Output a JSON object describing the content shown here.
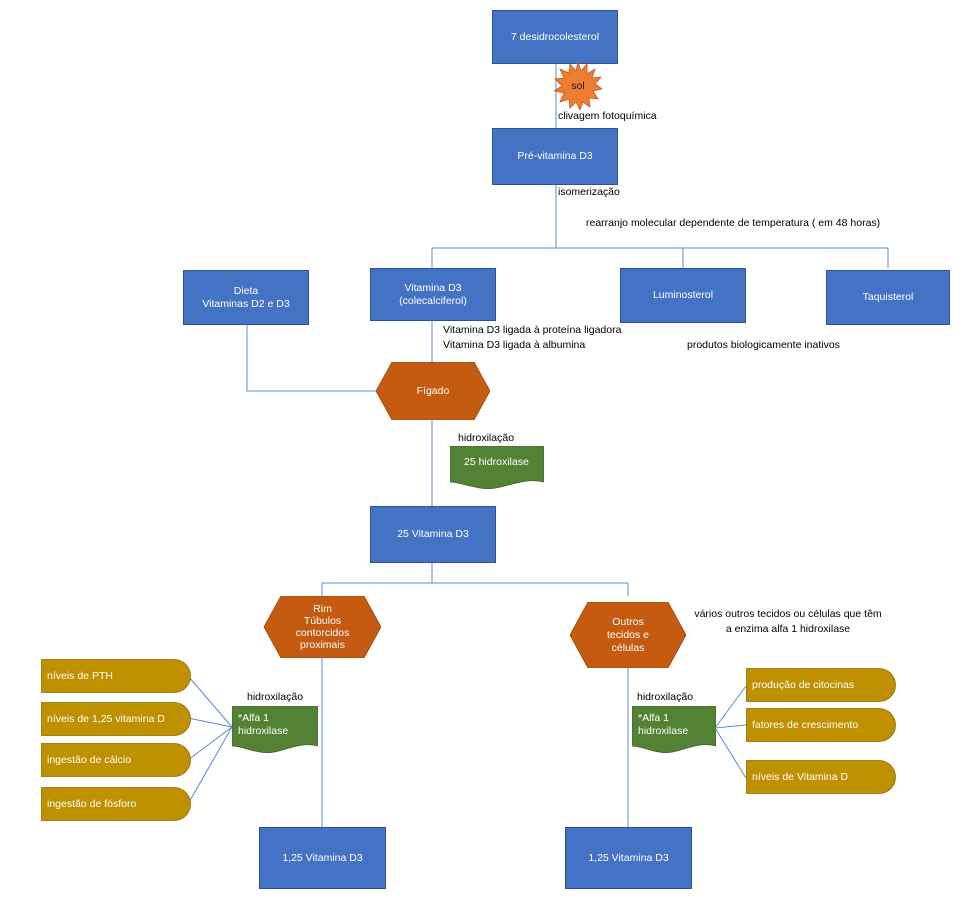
{
  "nodes": {
    "dehydro": "7  desidrocolesterol",
    "sol": "sol",
    "pre_d3": "Pré-vitamina D3",
    "dieta": "Dieta\nVitaminas D2 e D3",
    "vit_d3": "Vitamina D3\n(colecalciferol)",
    "lumisterol": "Luminosterol",
    "taquisterol": "Taquisterol",
    "figado": "Fígado",
    "hidroxilase25": "25 hidroxilase",
    "vit25": "25 Vitamina D3",
    "rim": "Rim\nTúbulos\ncontorcidos\nproximais",
    "outros": "Outros\ntecidos e\ncélulas",
    "alfa_left": "*Alfa 1\nhidroxilase",
    "alfa_right": "*Alfa 1\nhidroxilase",
    "vit125_left": "1,25 Vitamina D3",
    "vit125_right": "1,25 Vitamina D3"
  },
  "left_factors": [
    "níveis de PTH",
    "níveis de 1,25 vitamina D",
    "ingestão de cálcio",
    "ingestão de fósforo"
  ],
  "right_factors": [
    "produção de citocinas",
    "fatores de crescimento",
    "níveis de Vitamina D"
  ],
  "labels": {
    "clivagem": "clivagem fotoquímica",
    "isomerizacao": "isomerização",
    "rearranjo": "rearranjo molecular dependente de temperatura ( em 48 horas)",
    "ligada_proteina": "Vitamina D3 ligada à proteína ligadora",
    "ligada_albumina": "Vitamina D3 ligada à albumina",
    "inativos": "produtos biologicamente inativos",
    "hidroxilacao_top": "hidroxilação",
    "hidroxilacao_left": "hidroxilação",
    "hidroxilacao_right": "hidroxilação",
    "varios": "vários outros tecidos ou células que têm\na enzima alfa 1 hidroxilase"
  },
  "colors": {
    "blue": "#4472c4",
    "orange_hex": "#c55a11",
    "green": "#548235",
    "gold": "#bf9000",
    "sun": "#ed7d31",
    "line": "#4472c4"
  }
}
